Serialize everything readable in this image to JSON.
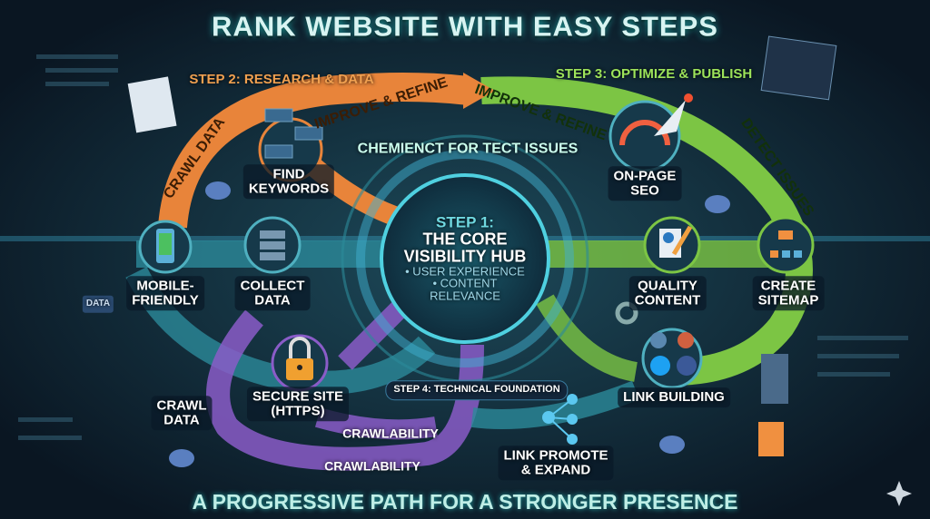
{
  "title": "RANK WEBSITE WITH EASY STEPS",
  "tagline": "A PROGRESSIVE PATH FOR A STRONGER PRESENCE",
  "steps": {
    "step1": {
      "label": "STEP 1:",
      "title_line1": "THE CORE",
      "title_line2": "VISIBILITY HUB",
      "bullet1": "• USER EXPERIENCE",
      "bullet2a": "• CONTENT",
      "bullet2b": "RELEVANCE"
    },
    "step2": "STEP 2: RESEARCH & DATA",
    "step3": "STEP 3: OPTIMIZE & PUBLISH",
    "step4": "STEP 4: TECHNICAL FOUNDATION"
  },
  "arcs": {
    "crawl_data": "CRAWL DATA",
    "improve_orange": "IMPROVE & REFINE",
    "improve_green": "IMPROVE & REFINE",
    "detect": "DETECT ISSUES",
    "check": "CHEMIENCT FOR TECT ISSUES",
    "crawlability1": "CRAWLABILITY",
    "crawlability2": "CRAWLABILITY"
  },
  "nodes": {
    "find_keywords": [
      "FIND",
      "KEYWORDS"
    ],
    "on_page": [
      "ON-PAGE",
      "SEO"
    ],
    "mobile": [
      "MOBILE-",
      "FRIENDLY"
    ],
    "collect": [
      "COLLECT",
      "DATA"
    ],
    "quality": [
      "QUALITY",
      "CONTENT"
    ],
    "sitemap": [
      "CREATE",
      "SITEMAP"
    ],
    "secure": [
      "SECURE SITE",
      "(HTTPS)"
    ],
    "link_building": [
      "LINK BUILDING"
    ],
    "crawl_data": [
      "CRAWL",
      "DATA"
    ],
    "link_promote": [
      "LINK PROMOTE",
      "& EXPAND"
    ]
  },
  "side_badge": "DATA",
  "colors": {
    "orange": "#e8843a",
    "green": "#7cc544",
    "teal": "#2c8a9a",
    "purple": "#8a5cc8",
    "bg": "#0c1b2a"
  }
}
